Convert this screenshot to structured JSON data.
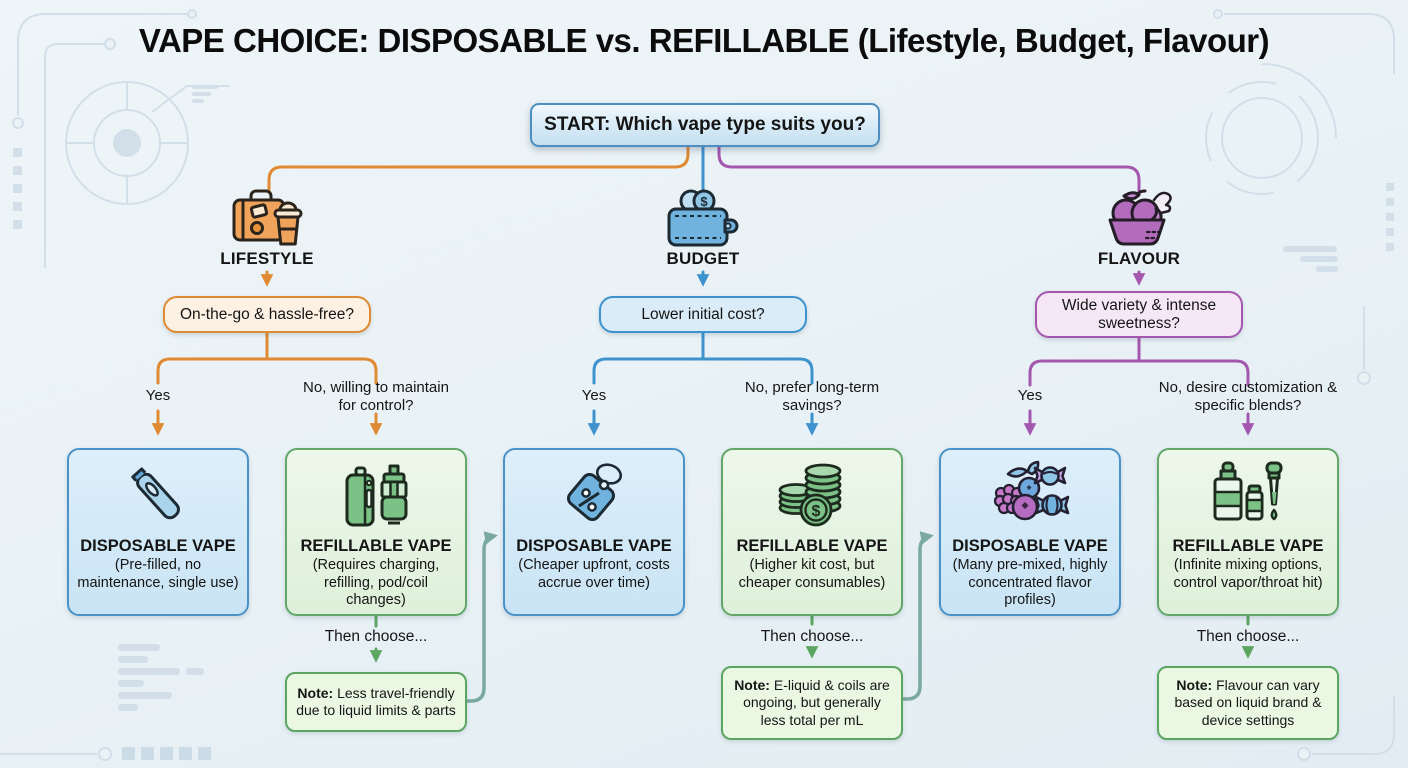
{
  "title": "VAPE CHOICE: DISPOSABLE vs. REFILLABLE (Lifestyle, Budget, Flavour)",
  "start": {
    "label": "START: Which vape type suits you?"
  },
  "labels": {
    "then_choose": "Then choose..."
  },
  "branches": [
    {
      "label": "LIFESTYLE",
      "icon": "suitcase-coffee-icon",
      "color": "#E08A33",
      "question": "On-the-go & hassle-free?",
      "yes": "Yes",
      "no": "No, willing to maintain for control?"
    },
    {
      "label": "BUDGET",
      "icon": "wallet-coins-icon",
      "color": "#3E93CE",
      "question": "Lower initial cost?",
      "yes": "Yes",
      "no": "No, prefer long-term savings?"
    },
    {
      "label": "FLAVOUR",
      "icon": "fruit-bowl-icon",
      "color": "#A457AE",
      "question": "Wide variety & intense sweetness?",
      "yes": "Yes",
      "no": "No, desire customization & specific blends?"
    }
  ],
  "results": [
    {
      "type": "disposable",
      "icon": "vape-pen-icon",
      "title": "DISPOSABLE VAPE",
      "desc": "(Pre-filled, no maintenance, single use)"
    },
    {
      "type": "refillable",
      "icon": "vape-mods-icon",
      "title": "REFILLABLE VAPE",
      "desc": "(Requires charging, refilling, pod/coil changes)"
    },
    {
      "type": "disposable",
      "icon": "price-tag-icon",
      "title": "DISPOSABLE VAPE",
      "desc": "(Cheaper upfront, costs accrue over time)"
    },
    {
      "type": "refillable",
      "icon": "coin-stack-icon",
      "title": "REFILLABLE VAPE",
      "desc": "(Higher kit cost, but cheaper consumables)"
    },
    {
      "type": "disposable",
      "icon": "berries-candy-icon",
      "title": "DISPOSABLE VAPE",
      "desc": "(Many pre-mixed, highly concentrated flavor profiles)"
    },
    {
      "type": "refillable",
      "icon": "eliquid-bottles-icon",
      "title": "REFILLABLE VAPE",
      "desc": "(Infinite mixing options, control vapor/throat hit)"
    }
  ],
  "notes": [
    {
      "prefix": "Note:",
      "text": "Less travel-friendly due to liquid limits & parts"
    },
    {
      "prefix": "Note:",
      "text": "E-liquid & coils are ongoing, but generally less total per mL"
    },
    {
      "prefix": "Note:",
      "text": "Flavour can vary based on liquid brand & device settings"
    }
  ],
  "icons": {
    "dollar_glyph": "$"
  },
  "colors": {
    "lifestyle": "#E08A33",
    "budget": "#3E93CE",
    "flavour": "#A457AE",
    "refillable_green": "#5CA661",
    "cross_connector_teal": "#79A99F",
    "disposable_border": "#4A92C8",
    "refillable_border": "#63A768",
    "background": "#EAF2F6"
  }
}
